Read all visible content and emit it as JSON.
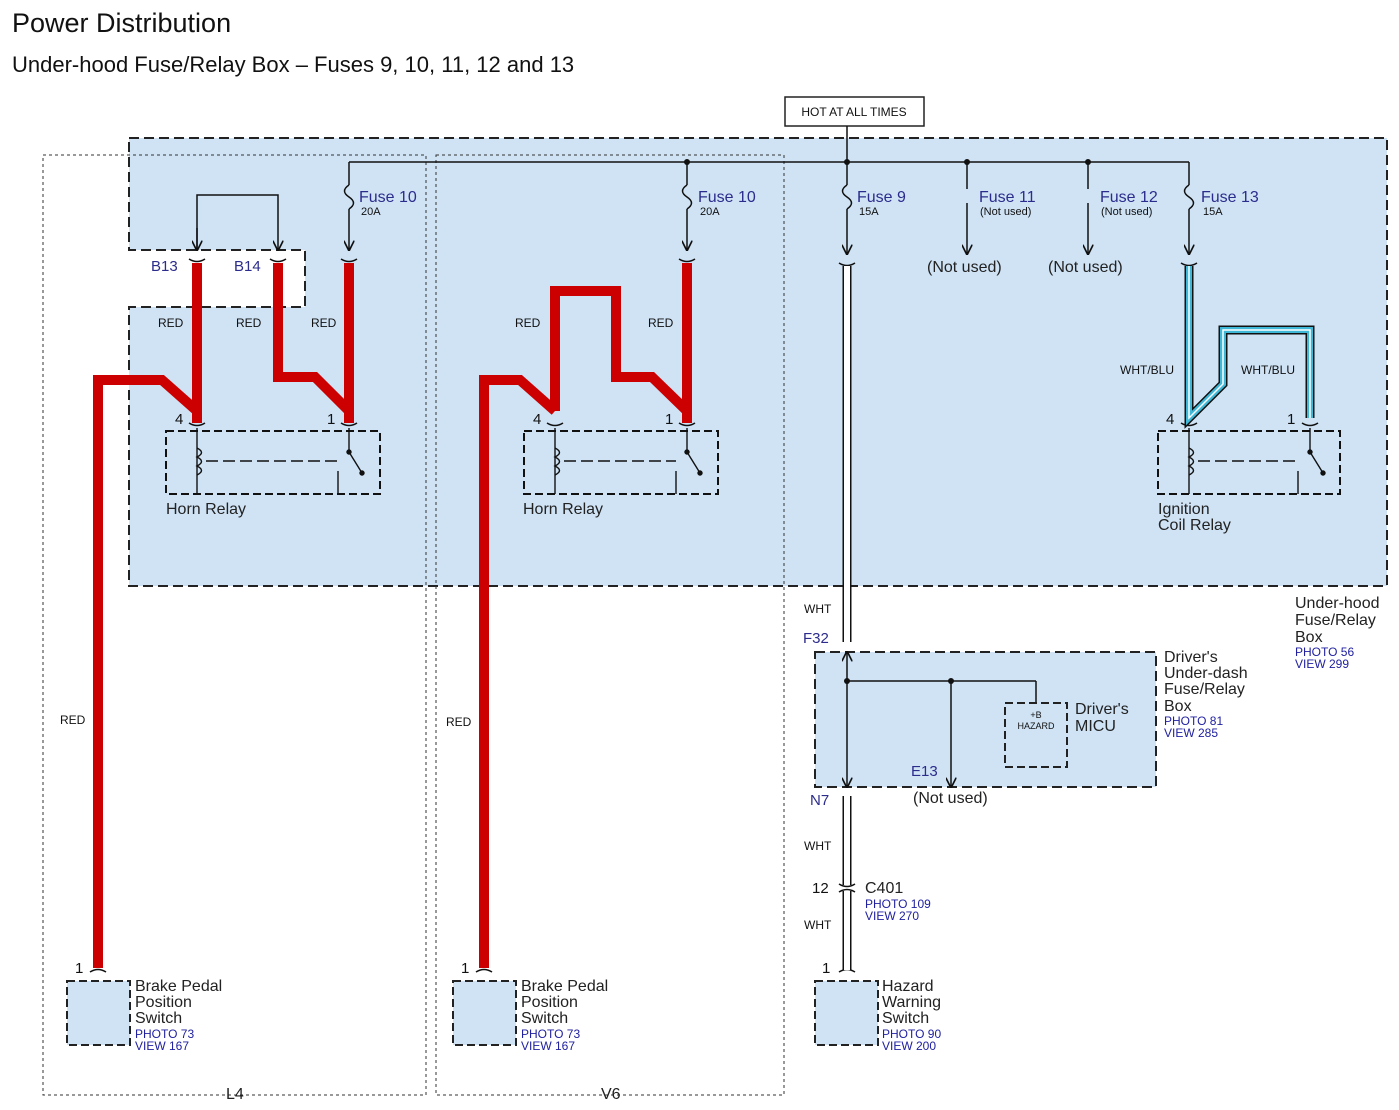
{
  "header": {
    "title": "Power Distribution",
    "subtitle": "Under-hood Fuse/Relay Box – Fuses 9, 10, 11, 12 and 13"
  },
  "hot_label": "HOT AT ALL TIMES",
  "fuses": {
    "f10a": {
      "name": "Fuse 10",
      "rating": "20A"
    },
    "f10b": {
      "name": "Fuse 10",
      "rating": "20A"
    },
    "f9": {
      "name": "Fuse 9",
      "rating": "15A"
    },
    "f11": {
      "name": "Fuse 11",
      "rating": "(Not used)"
    },
    "f12": {
      "name": "Fuse 12",
      "rating": "(Not used)"
    },
    "f13": {
      "name": "Fuse 13",
      "rating": "15A"
    }
  },
  "not_used": "(Not used)",
  "connectors": {
    "b13": "B13",
    "b14": "B14",
    "f32": "F32",
    "n7": "N7",
    "e13": "E13",
    "c401": "C401"
  },
  "pins": {
    "p1": "1",
    "p4": "4",
    "p12": "12"
  },
  "wires": {
    "red": "RED",
    "wht": "WHT",
    "wht_blu": "WHT/BLU"
  },
  "components": {
    "horn_relay": "Horn Relay",
    "ignition_relay": [
      "Ignition",
      "Coil Relay"
    ],
    "underhood_box": [
      "Under-hood",
      "Fuse/Relay",
      "Box"
    ],
    "underhood_ref": [
      "PHOTO 56",
      "VIEW 299"
    ],
    "underdash_box": [
      "Driver's",
      "Under-dash",
      "Fuse/Relay",
      "Box"
    ],
    "underdash_ref": [
      "PHOTO 81",
      "VIEW 285"
    ],
    "micu": [
      "Driver's",
      "MICU"
    ],
    "micu_pins": [
      "+B",
      "HAZARD"
    ],
    "c401_ref": [
      "PHOTO 109",
      "VIEW 270"
    ],
    "brake_switch": [
      "Brake Pedal",
      "Position",
      "Switch"
    ],
    "brake_ref": [
      "PHOTO 73",
      "VIEW 167"
    ],
    "hazard_switch": [
      "Hazard",
      "Warning",
      "Switch"
    ],
    "hazard_ref": [
      "PHOTO 90",
      "VIEW 200"
    ]
  },
  "variants": {
    "l4": "L4",
    "v6": "V6"
  },
  "colors": {
    "box_fill": "#cfe3f5",
    "red_wire": "#cc0000",
    "blue_wire": "#3fb8d8",
    "label_blue": "#2c2c8c"
  }
}
